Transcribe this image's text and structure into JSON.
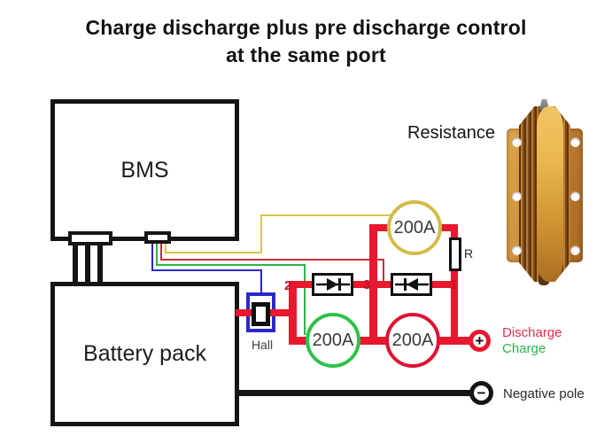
{
  "title": {
    "line1": "Charge discharge plus pre discharge control",
    "line2": "at the same port"
  },
  "components": {
    "bms": "BMS",
    "battery": "Battery pack",
    "hall": "Hall",
    "resistance_title": "Resistance",
    "resistor": "R",
    "breaker_precharge": "200A",
    "breaker_charge": "200A",
    "breaker_discharge": "200A"
  },
  "nodes": {
    "n1": "1",
    "n2": "2",
    "n3": "3"
  },
  "terminals": {
    "positive_sign": "+",
    "negative_sign": "−",
    "discharge_label": "Discharge",
    "charge_label": "Charge",
    "negative_pole_label": "Negative pole"
  },
  "colors": {
    "power_wire_red": "#e8182e",
    "control_wire_red": "#c83038",
    "control_wire_yellow": "#d6c44b",
    "control_wire_green": "#2cb44a",
    "control_wire_blue": "#2a28cc",
    "wire_black": "#151515",
    "breaker_border_yellow": "#d2bc4a",
    "breaker_border_green": "#2ec24a",
    "breaker_border_red": "#de1232",
    "discharge_text": "#e72b4b",
    "charge_text": "#2ab34c",
    "node_label_red": "#c31224"
  }
}
